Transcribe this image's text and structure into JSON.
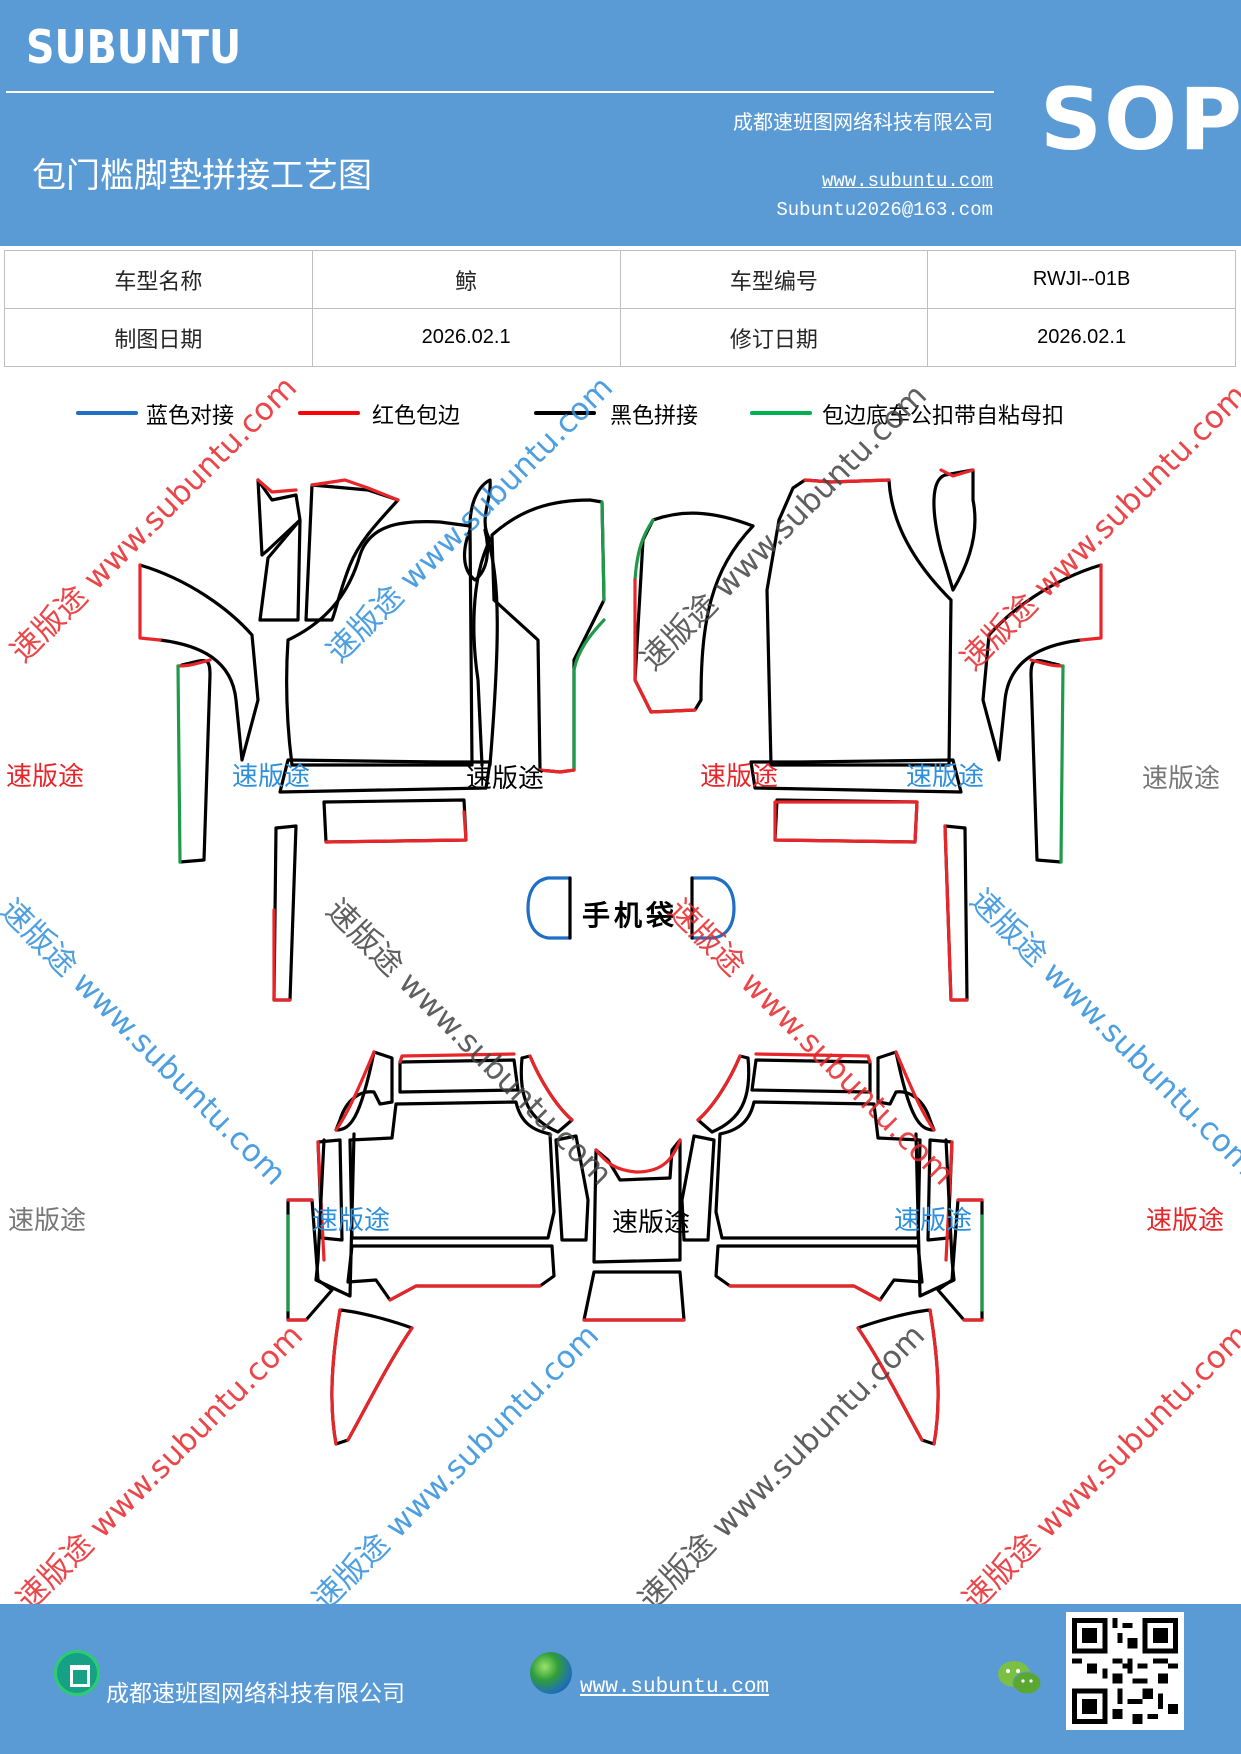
{
  "header": {
    "brand": "SUBUNTU",
    "company": "成都速班图网络科技有限公司",
    "title": "包门槛脚垫拼接工艺图",
    "website": "www.subuntu.com",
    "email": "Subuntu2026@163.com",
    "badge": "SOP"
  },
  "info_table": {
    "model_name_label": "车型名称",
    "model_name_value": "鲸",
    "model_code_label": "车型编号",
    "model_code_value": "RWJI--01B",
    "draw_date_label": "制图日期",
    "draw_date_value": "2026.02.1",
    "revise_date_label": "修订日期",
    "revise_date_value": "2026.02.1"
  },
  "legend": [
    {
      "label": "蓝色对接",
      "color": "#1f6fc5"
    },
    {
      "label": "红色包边",
      "color": "#ff0000"
    },
    {
      "label": "黑色拼接",
      "color": "#000000"
    },
    {
      "label": "包边底车公扣带自粘母扣",
      "color": "#00b050"
    }
  ],
  "diagram": {
    "phone_bag_label": "手机袋",
    "watermark_cn": "速版途",
    "watermark_url": "www.subuntu.com",
    "colors": {
      "blue": "#1f6fc5",
      "red": "#e8262a",
      "black": "#000000",
      "green": "#1f9a4a"
    }
  },
  "footer": {
    "company": "成都速班图网络科技有限公司",
    "website": "www.subuntu.com"
  }
}
